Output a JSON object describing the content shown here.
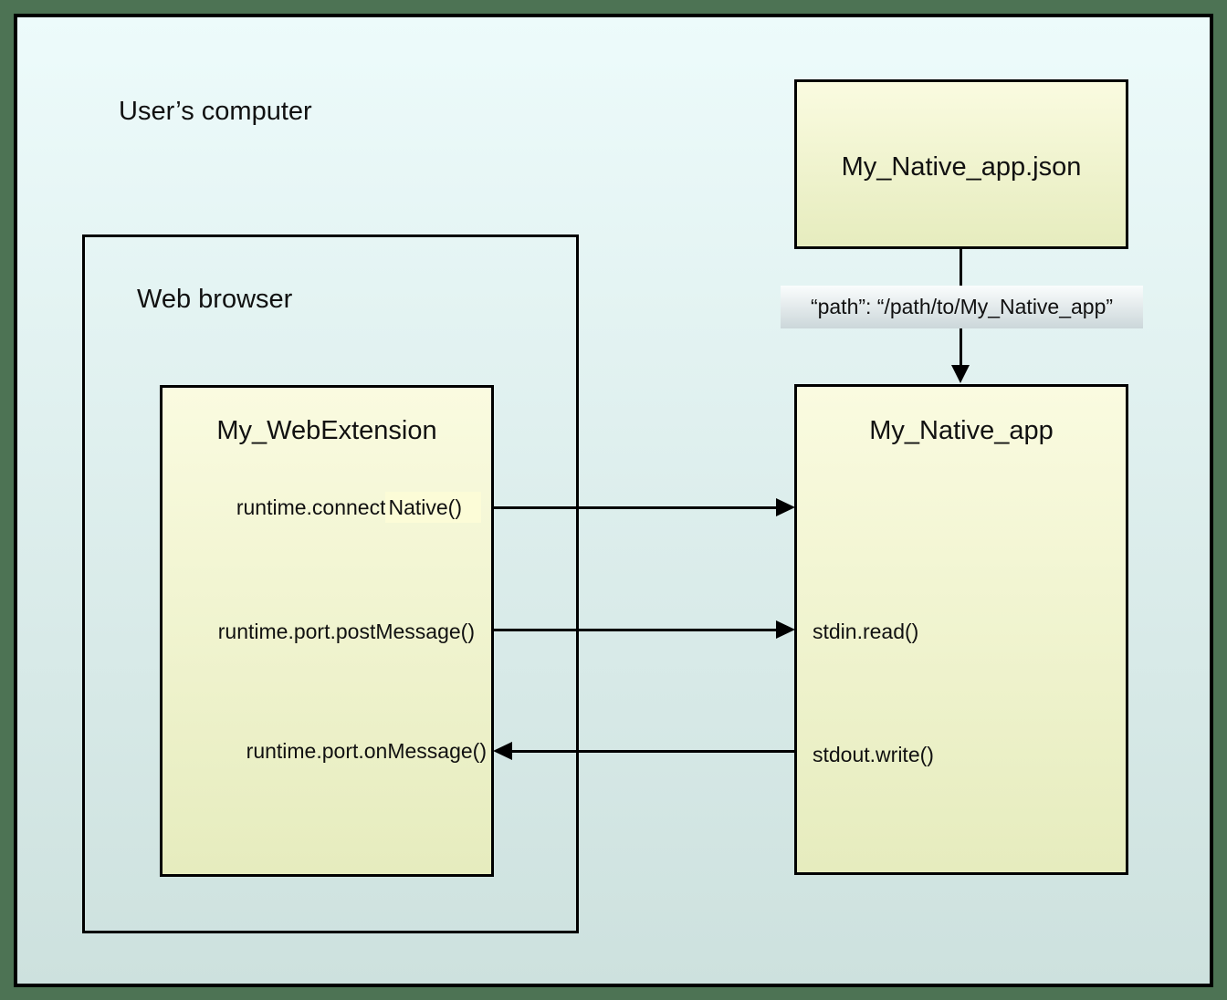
{
  "colors": {
    "outer-green": "#4d7354",
    "bg-top": "#edfbfb",
    "bg-bottom": "#cde1de",
    "box-top": "#fafbe0",
    "box-bottom": "#e6ecbe",
    "band-top": "#fafdfd",
    "band-bottom": "#ccd7da",
    "highlight": "#fcfcd7",
    "ink": "#111111"
  },
  "frame": {
    "label": "User’s computer"
  },
  "browser": {
    "label": "Web browser"
  },
  "webext": {
    "title": "My_WebExtension",
    "connect_native_prefix": "runtime.connect",
    "connect_native_highlight": "Native()",
    "post_message": "runtime.port.postMessage()",
    "on_message": "runtime.port.onMessage()"
  },
  "manifest": {
    "title": "My_Native_app.json",
    "path_label": "“path”: “/path/to/My_Native_app”"
  },
  "native_app": {
    "title": "My_Native_app",
    "stdin": "stdin.read()",
    "stdout": "stdout.write()"
  }
}
